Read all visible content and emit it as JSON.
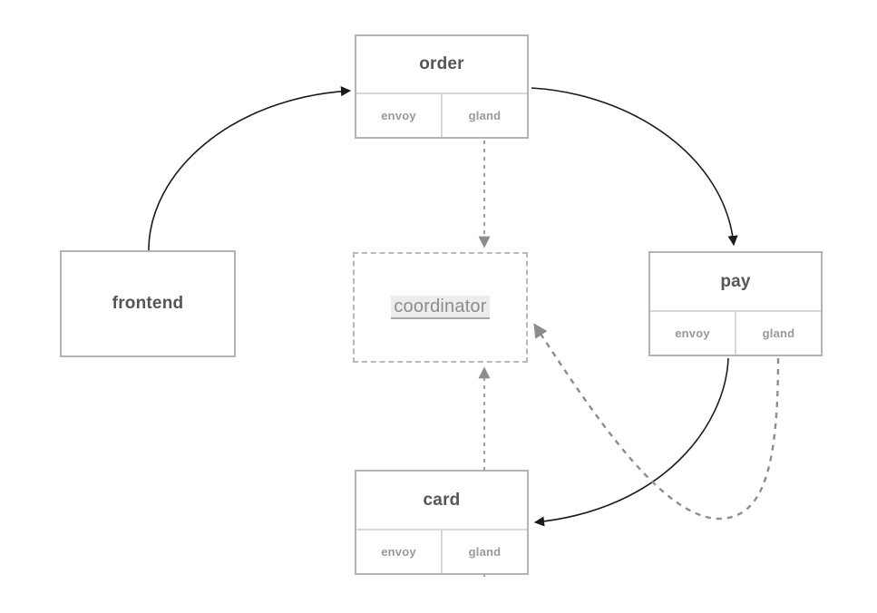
{
  "diagram": {
    "title": "service mesh coordinator diagram",
    "background_color": "#ffffff",
    "node_border_color": "#b3b3b3",
    "node_title_color": "#555555",
    "compartment_text_color": "#999999",
    "coordinator_border_color": "#b8b8b8",
    "coordinator_text_color": "#8c8c8c",
    "coordinator_highlight_color": "#ececec",
    "solid_edge_color": "#1a1a1a",
    "dashed_edge_color": "#8c8c8c"
  },
  "nodes": [
    {
      "id": "frontend",
      "label": "frontend",
      "type": "plain",
      "compartments": []
    },
    {
      "id": "order",
      "label": "order",
      "type": "service",
      "compartments": [
        {
          "id": "order-envoy",
          "label": "envoy"
        },
        {
          "id": "order-gland",
          "label": "gland"
        }
      ]
    },
    {
      "id": "pay",
      "label": "pay",
      "type": "service",
      "compartments": [
        {
          "id": "pay-envoy",
          "label": "envoy"
        },
        {
          "id": "pay-gland",
          "label": "gland"
        }
      ]
    },
    {
      "id": "card",
      "label": "card",
      "type": "service",
      "compartments": [
        {
          "id": "card-envoy",
          "label": "envoy"
        },
        {
          "id": "card-gland",
          "label": "gland"
        }
      ]
    }
  ],
  "coordinator": {
    "id": "coordinator",
    "label": "coordinator",
    "style": "dashed"
  },
  "edges": [
    {
      "id": "frontend-to-order",
      "from": "frontend",
      "to": "order",
      "style": "solid"
    },
    {
      "id": "order-to-pay",
      "from": "order",
      "to": "pay",
      "style": "solid"
    },
    {
      "id": "pay-to-card",
      "from": "pay-envoy",
      "to": "card",
      "style": "solid"
    },
    {
      "id": "order-gland-to-coordinator",
      "from": "order-gland",
      "to": "coordinator",
      "style": "dashed"
    },
    {
      "id": "card-gland-to-coordinator",
      "from": "card-gland",
      "to": "coordinator",
      "style": "dashed"
    },
    {
      "id": "pay-gland-to-coordinator",
      "from": "pay-gland",
      "to": "coordinator",
      "style": "dashed"
    }
  ]
}
